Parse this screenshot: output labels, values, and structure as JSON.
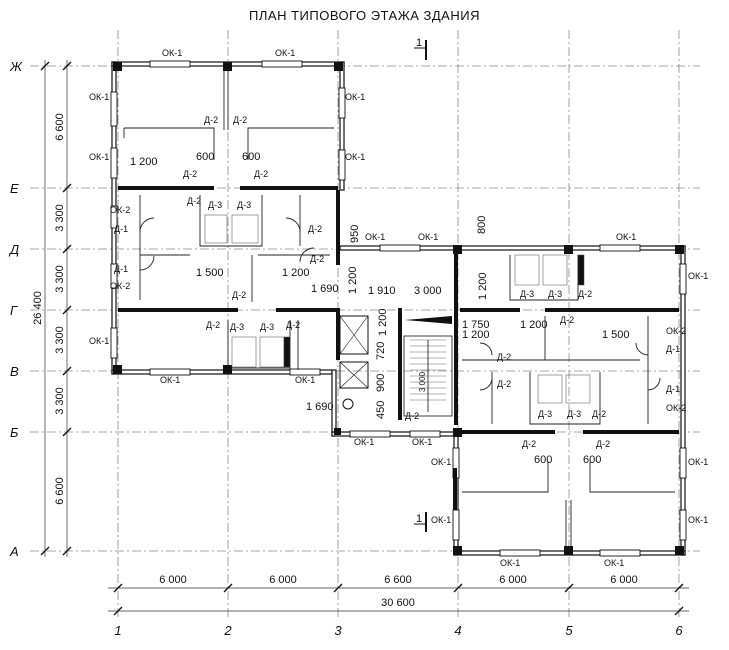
{
  "title": "ПЛАН ТИПОВОГО ЭТАЖА ЗДАНИЯ",
  "axes": {
    "rows": [
      "Ж",
      "Е",
      "Д",
      "Г",
      "В",
      "Б",
      "А"
    ],
    "columns": [
      "1",
      "2",
      "3",
      "4",
      "5",
      "6"
    ]
  },
  "dimensions": {
    "horizontal": [
      "6 000",
      "6 000",
      "6 600",
      "6 000",
      "6 000"
    ],
    "horizontal_total": "30 600",
    "vertical": [
      "6 600",
      "3 300",
      "3 300",
      "3 300",
      "3 300",
      "6 600"
    ],
    "vertical_total": "26 400"
  },
  "section_mark": "1",
  "labels": {
    "ok1": "ОК-1",
    "ok2": "ОК-2",
    "d1": "Д-1",
    "d2": "Д-2",
    "d3": "Д-3"
  },
  "inner_dims": {
    "d600": "600",
    "d1200": "1 200",
    "d1500": "1 500",
    "d1690": "1 690",
    "d950": "950",
    "d800": "800",
    "d1910": "1 910",
    "d3000": "3 000",
    "d1750": "1 750",
    "d720": "720",
    "d900": "900",
    "d450": "450"
  }
}
